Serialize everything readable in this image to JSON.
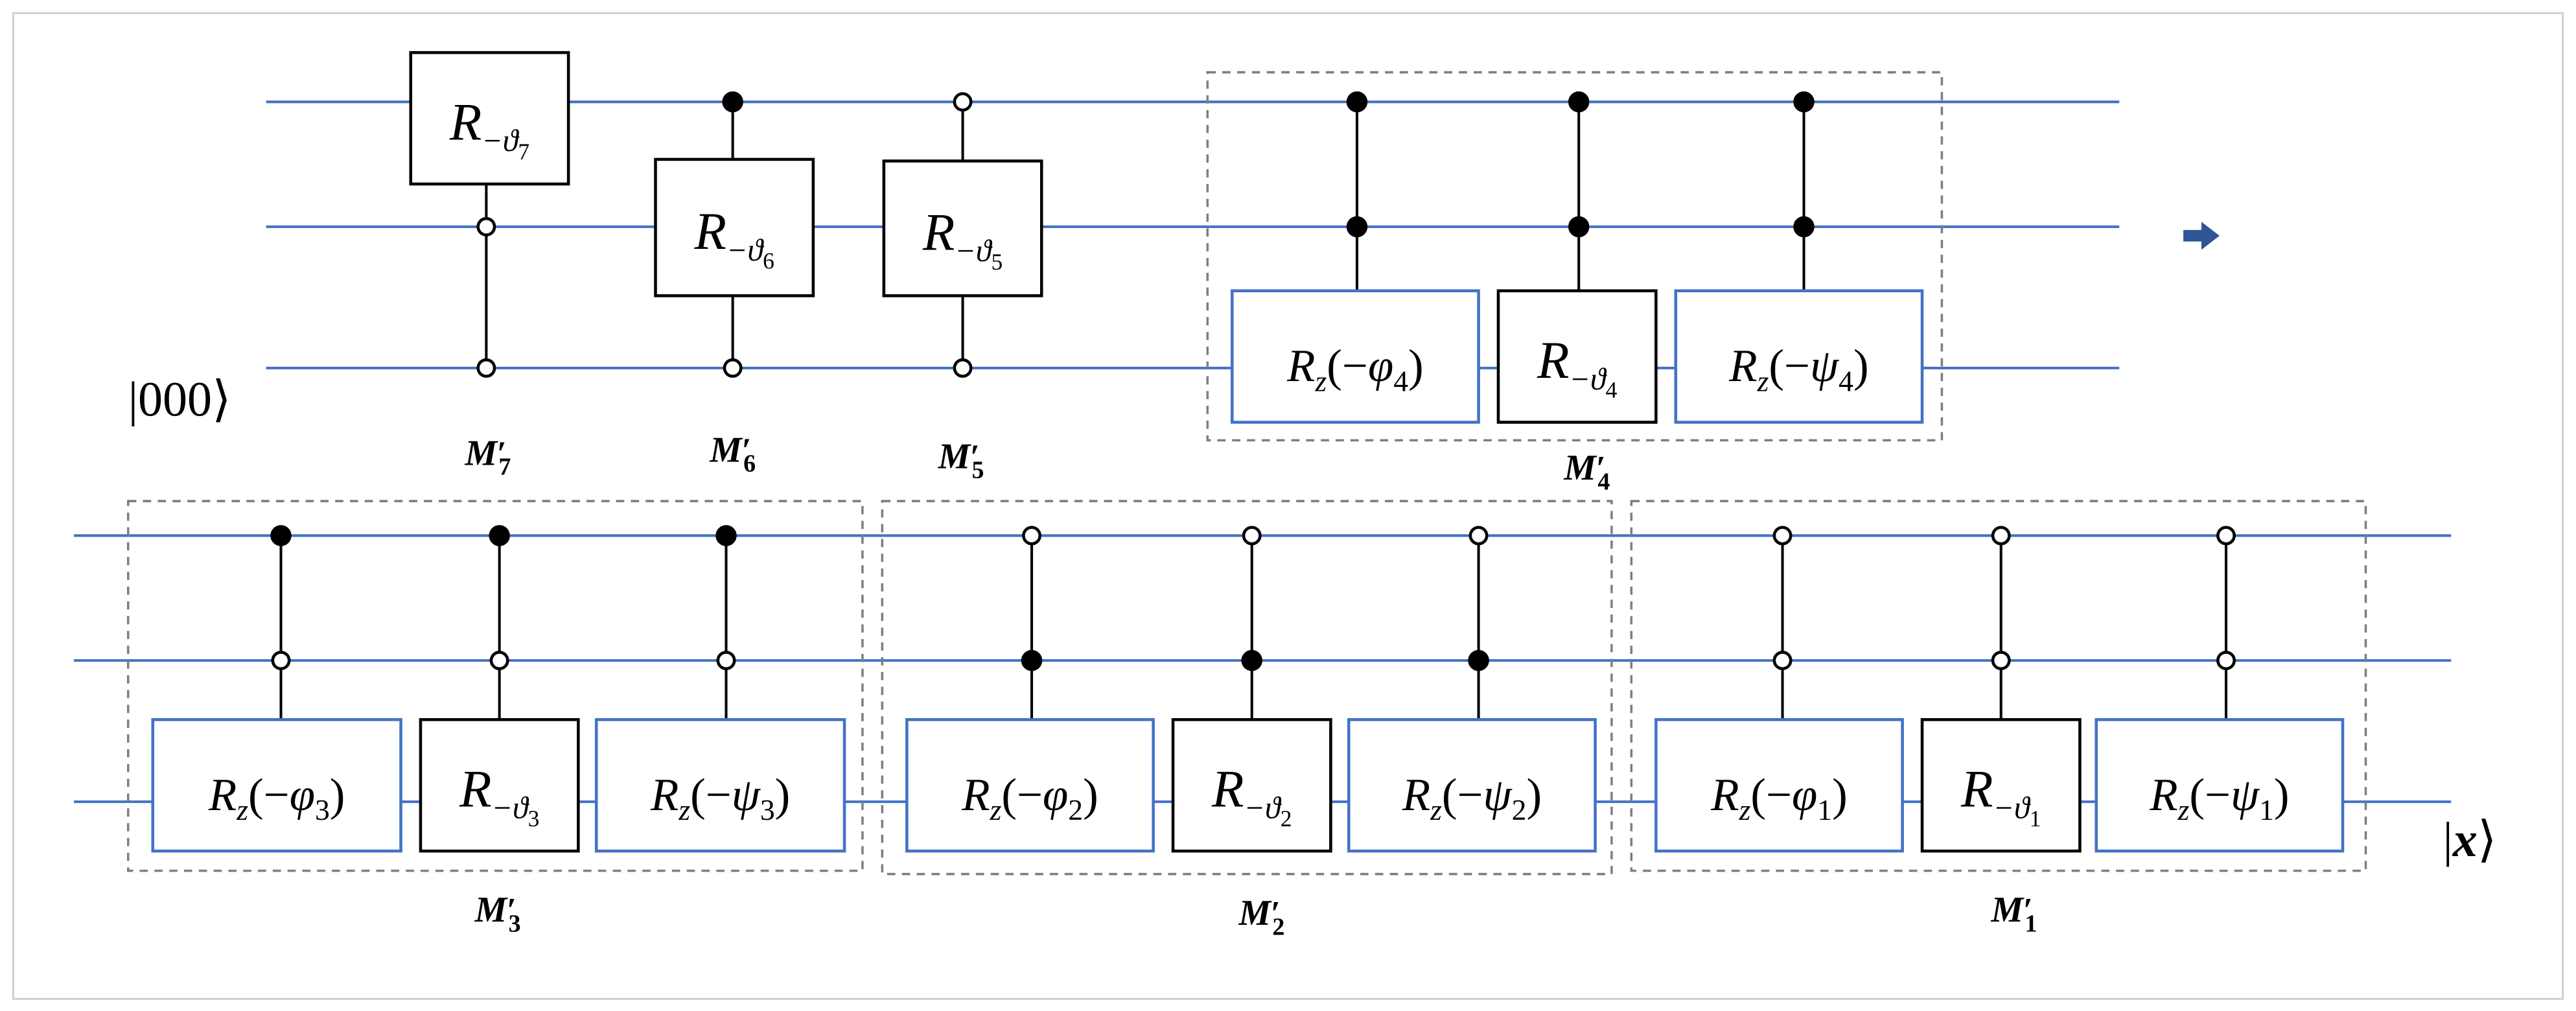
{
  "input_state": "|000⟩",
  "output_state": {
    "left": "|",
    "name": "x",
    "right": "⟩"
  },
  "colors": {
    "wire": "#4472C4",
    "rz_gate": "#4472C4",
    "r_gate": "#000000",
    "control": "#000000",
    "block_border": "#7F7F7F",
    "frame": "#C9D1DD",
    "arrow": "#2F5597"
  },
  "rows": [
    {
      "blocks": [
        {
          "label": {
            "base": "M",
            "prime": "′",
            "sub": "7"
          },
          "boxed": false,
          "gates": [
            {
              "label": {
                "base": "R",
                "sub": "−ϑ",
                "subsub": "7"
              },
              "target": 0,
              "controls": [
                0,
                0
              ],
              "color": "#000000"
            }
          ]
        },
        {
          "label": {
            "base": "M",
            "prime": "′",
            "sub": "6"
          },
          "boxed": false,
          "gates": [
            {
              "label": {
                "base": "R",
                "sub": "−ϑ",
                "subsub": "6"
              },
              "target": 1,
              "controls": [
                1,
                0
              ],
              "color": "#000000"
            }
          ]
        },
        {
          "label": {
            "base": "M",
            "prime": "′",
            "sub": "5"
          },
          "boxed": false,
          "gates": [
            {
              "label": {
                "base": "R",
                "sub": "−ϑ",
                "subsub": "5"
              },
              "target": 1,
              "controls": [
                0,
                0
              ],
              "color": "#000000"
            }
          ]
        },
        {
          "label": {
            "base": "M",
            "prime": "′",
            "sub": "4"
          },
          "boxed": true,
          "gates": [
            {
              "label": {
                "base": "R",
                "sub": "z",
                "open": "(−",
                "symbol": "φ",
                "symbol_sub": "4",
                "close": ")"
              },
              "target": 2,
              "controls": [
                1,
                1
              ],
              "color": "#4472C4"
            },
            {
              "label": {
                "base": "R",
                "sub": "−ϑ",
                "subsub": "4"
              },
              "target": 2,
              "controls": [
                1,
                1
              ],
              "color": "#000000"
            },
            {
              "label": {
                "base": "R",
                "sub": "z",
                "open": "(−",
                "symbol": "ψ",
                "symbol_sub": "4",
                "close": ")"
              },
              "target": 2,
              "controls": [
                1,
                1
              ],
              "color": "#4472C4"
            }
          ]
        }
      ]
    },
    {
      "blocks": [
        {
          "label": {
            "base": "M",
            "prime": "′",
            "sub": "3"
          },
          "boxed": true,
          "gates": [
            {
              "label": {
                "base": "R",
                "sub": "z",
                "open": "(−",
                "symbol": "φ",
                "symbol_sub": "3",
                "close": ")"
              },
              "target": 2,
              "controls": [
                1,
                0
              ],
              "color": "#4472C4"
            },
            {
              "label": {
                "base": "R",
                "sub": "−ϑ",
                "subsub": "3"
              },
              "target": 2,
              "controls": [
                1,
                0
              ],
              "color": "#000000"
            },
            {
              "label": {
                "base": "R",
                "sub": "z",
                "open": "(−",
                "symbol": "ψ",
                "symbol_sub": "3",
                "close": ")"
              },
              "target": 2,
              "controls": [
                1,
                0
              ],
              "color": "#4472C4"
            }
          ]
        },
        {
          "label": {
            "base": "M",
            "prime": "′",
            "sub": "2"
          },
          "boxed": true,
          "gates": [
            {
              "label": {
                "base": "R",
                "sub": "z",
                "open": "(−",
                "symbol": "φ",
                "symbol_sub": "2",
                "close": ")"
              },
              "target": 2,
              "controls": [
                0,
                1
              ],
              "color": "#4472C4"
            },
            {
              "label": {
                "base": "R",
                "sub": "−ϑ",
                "subsub": "2"
              },
              "target": 2,
              "controls": [
                0,
                1
              ],
              "color": "#000000"
            },
            {
              "label": {
                "base": "R",
                "sub": "z",
                "open": "(−",
                "symbol": "ψ",
                "symbol_sub": "2",
                "close": ")"
              },
              "target": 2,
              "controls": [
                0,
                1
              ],
              "color": "#4472C4"
            }
          ]
        },
        {
          "label": {
            "base": "M",
            "prime": "′",
            "sub": "1"
          },
          "boxed": true,
          "gates": [
            {
              "label": {
                "base": "R",
                "sub": "z",
                "open": "(−",
                "symbol": "φ",
                "symbol_sub": "1",
                "close": ")"
              },
              "target": 2,
              "controls": [
                0,
                0
              ],
              "color": "#4472C4"
            },
            {
              "label": {
                "base": "R",
                "sub": "−ϑ",
                "subsub": "1"
              },
              "target": 2,
              "controls": [
                0,
                0
              ],
              "color": "#000000"
            },
            {
              "label": {
                "base": "R",
                "sub": "z",
                "open": "(−",
                "symbol": "ψ",
                "symbol_sub": "1",
                "close": ")"
              },
              "target": 2,
              "controls": [
                0,
                0
              ],
              "color": "#4472C4"
            }
          ]
        }
      ]
    }
  ]
}
